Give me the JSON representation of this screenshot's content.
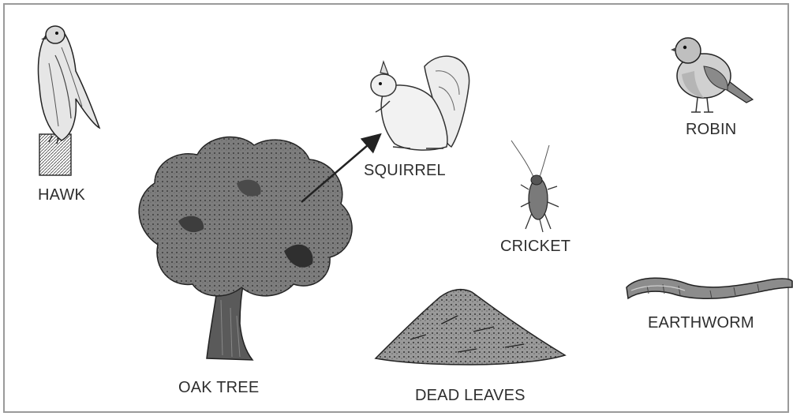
{
  "diagram": {
    "organisms": {
      "hawk": "HAWK",
      "squirrel": "SQUIRREL",
      "robin": "ROBIN",
      "cricket": "CRICKET",
      "oak_tree": "OAK TREE",
      "earthworm": "EARTHWORM",
      "dead_leaves": "DEAD LEAVES"
    },
    "arrows": [
      {
        "from": "OAK TREE",
        "to": "SQUIRREL"
      }
    ],
    "colors": {
      "ink": "#2e2e2e",
      "frame": "#9a9a9a"
    }
  }
}
